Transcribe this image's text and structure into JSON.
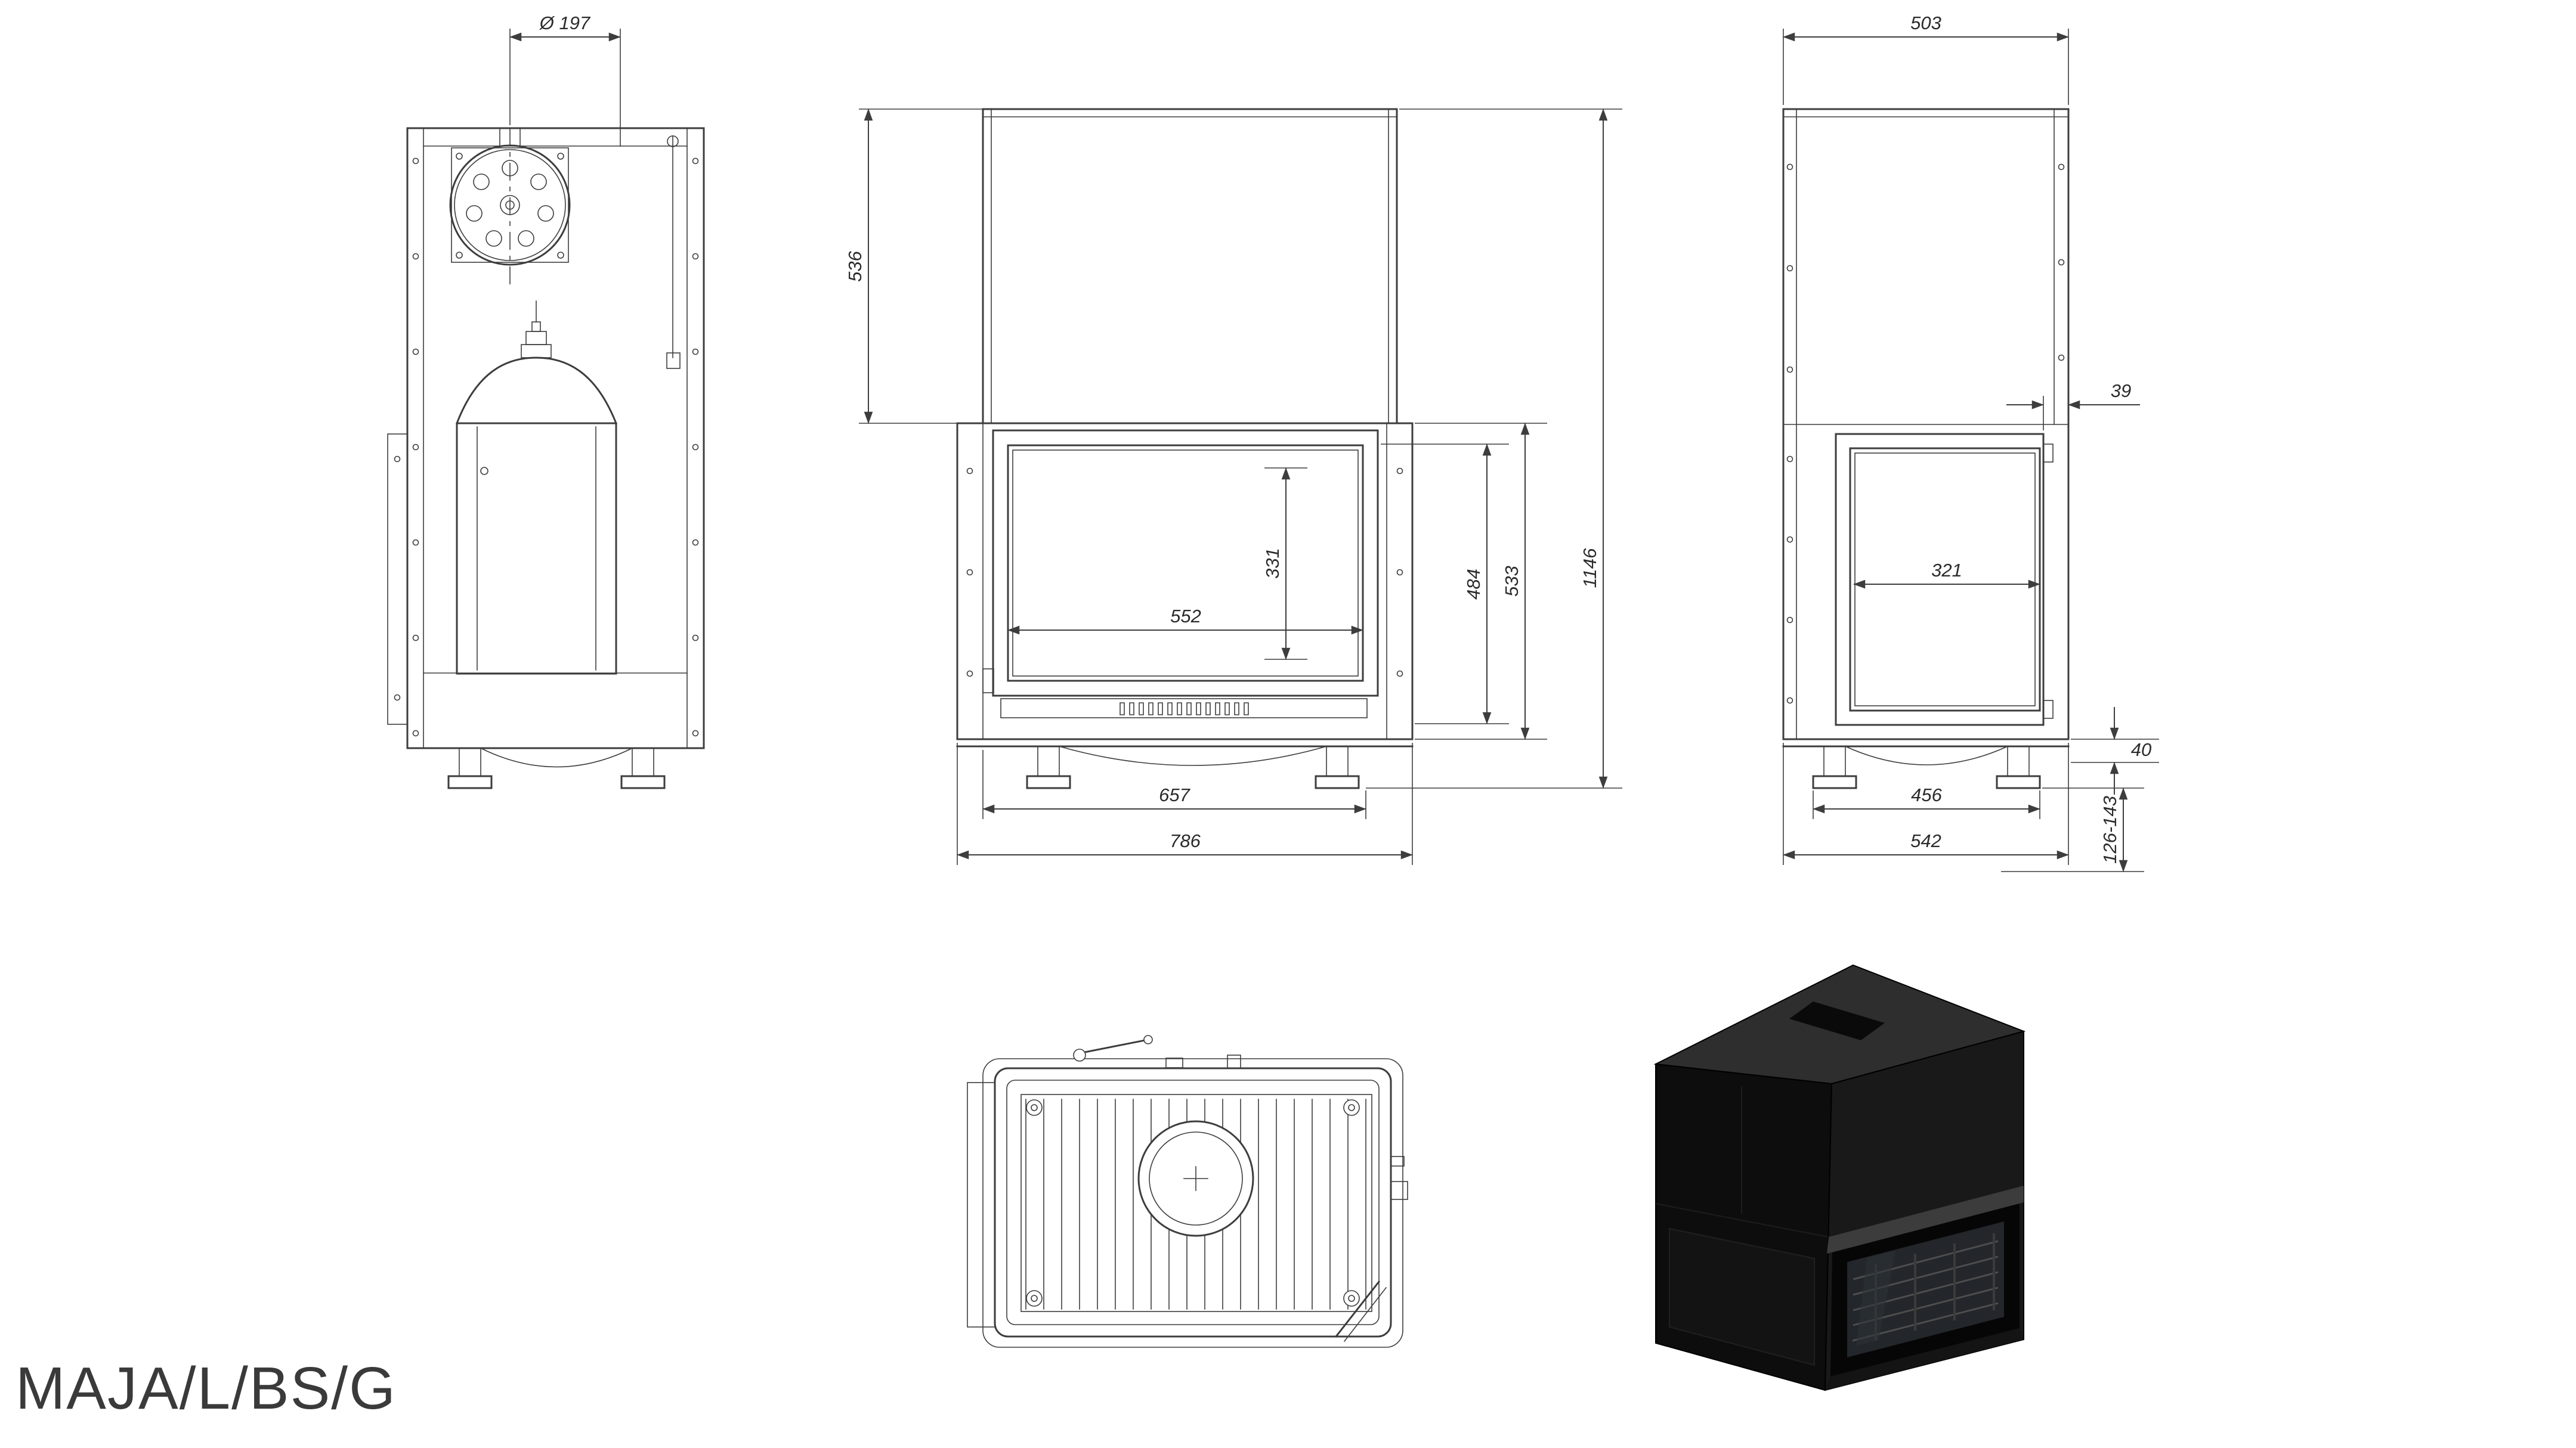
{
  "title": "MAJA/L/BS/G",
  "colors": {
    "line": "#3d3d3d",
    "dimension_text": "#2b2b2b",
    "render_body_black": "#0d0d0d"
  },
  "dims": {
    "flue_diameter": "Ø 197",
    "hood_height": "536",
    "glass_width": "552",
    "glass_height": "331",
    "opening_height": "484",
    "firebox_height": "533",
    "total_height": "1146",
    "feet_span_width": "657",
    "total_width": "786",
    "top_depth": "503",
    "frame_offset": "39",
    "side_glass_width": "321",
    "base_drop": "40",
    "feet_span_depth": "456",
    "total_depth": "542",
    "leg_adjust_range": "126-143"
  }
}
